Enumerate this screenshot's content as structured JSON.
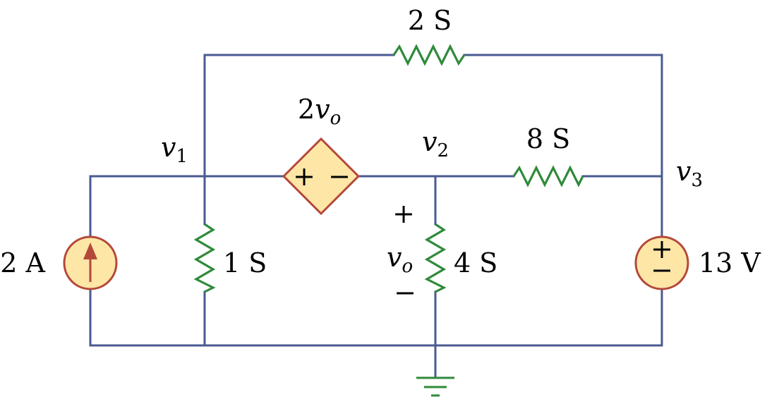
{
  "components": {
    "current_source": {
      "value_label": "2 A"
    },
    "r_top": {
      "value_label": "2 S"
    },
    "r_1s": {
      "value_label": "1 S"
    },
    "r_8s": {
      "value_label": "8 S"
    },
    "r_4s": {
      "value_label": "4 S"
    },
    "dep_source": {
      "coef": "2",
      "var": "v",
      "sub": "o",
      "plus": "+",
      "minus": "−"
    },
    "voltage_source": {
      "value_label": "13 V",
      "plus": "+",
      "minus": "−"
    }
  },
  "nodes": {
    "v1": {
      "var": "v",
      "sub": "1"
    },
    "v2": {
      "var": "v",
      "sub": "2"
    },
    "v3": {
      "var": "v",
      "sub": "3"
    }
  },
  "vo_label": {
    "plus": "+",
    "var": "v",
    "sub": "o",
    "minus": "−"
  },
  "colors": {
    "wire": "#4a5a92",
    "resistor": "#2f8a3a",
    "source_fill": "#fde6a6",
    "source_stroke": "#b5473a"
  }
}
